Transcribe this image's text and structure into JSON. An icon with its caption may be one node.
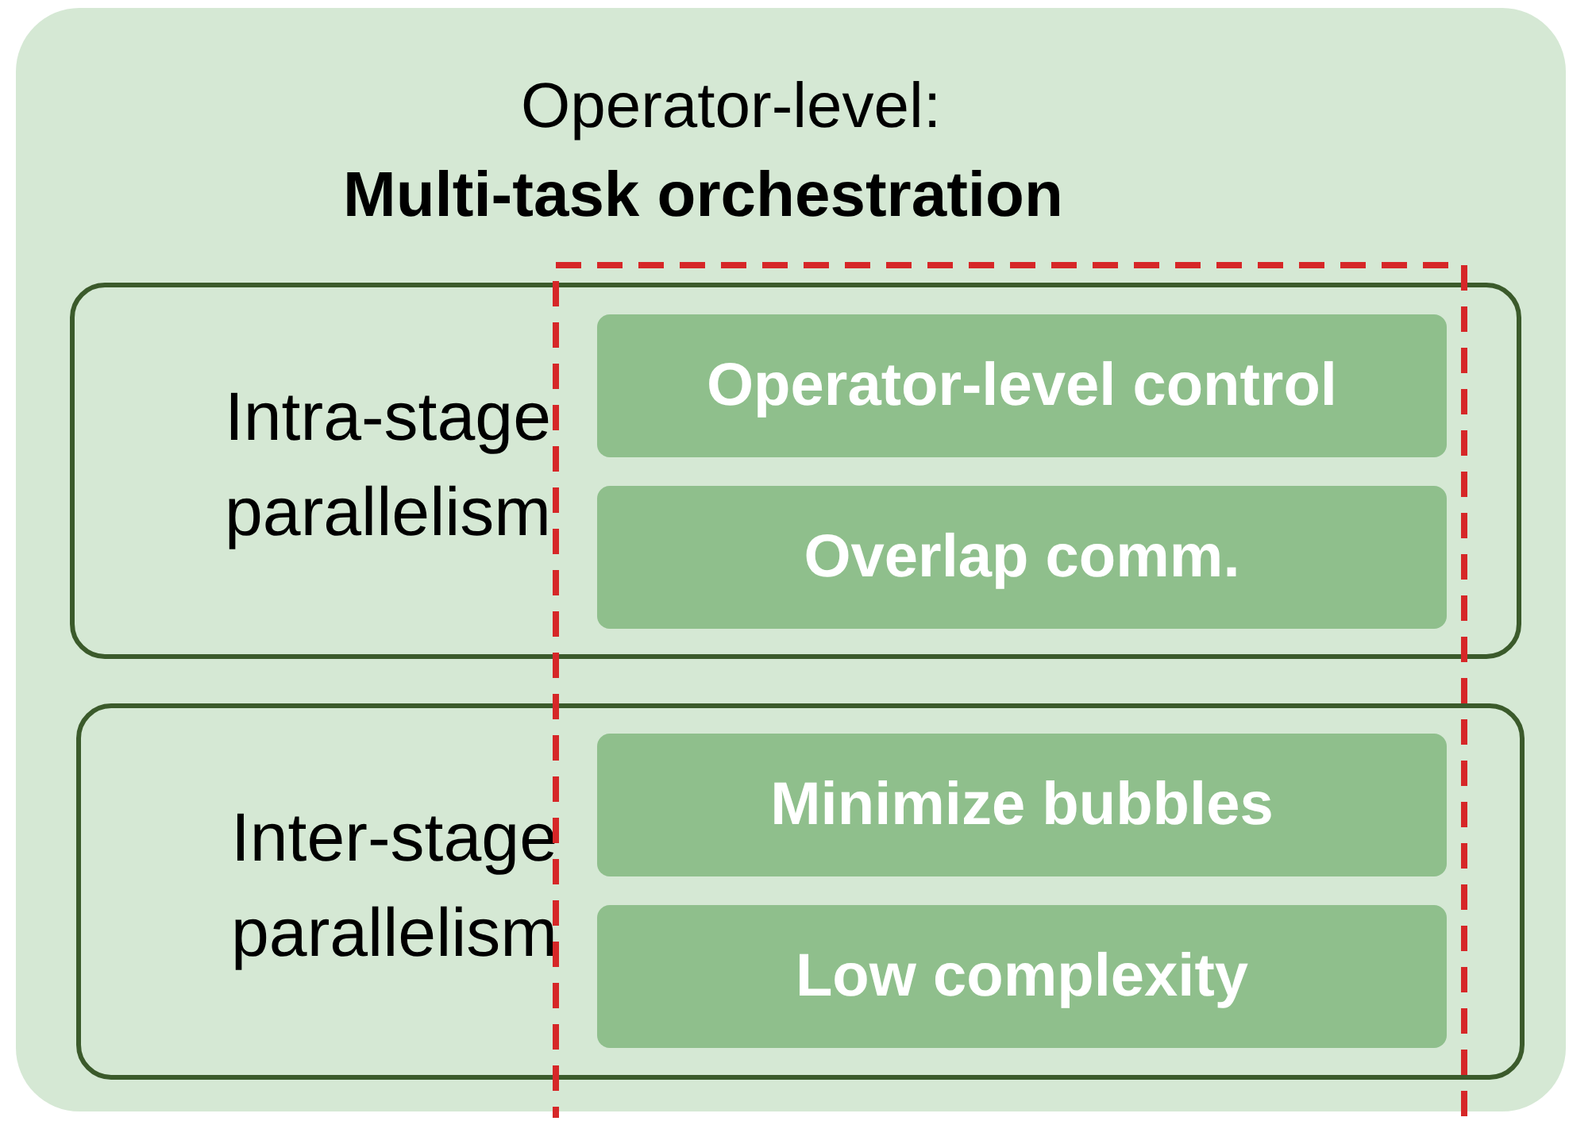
{
  "diagram": {
    "nodes": [
      {
        "text": [
          "Operator-level:",
          "Multi-task orchestration"
        ]
      },
      {
        "text": [
          "Intra-stage parallelism"
        ],
        "in": 0
      },
      {
        "text": [
          "Operator-level control"
        ]
      },
      {
        "text": [
          "Overlap comm."
        ]
      },
      {
        "text": [
          "Inter-stage parallelism"
        ],
        "in": 0
      },
      {
        "text": [
          "Minimize bubbles"
        ]
      },
      {
        "text": [
          "Low complexity"
        ]
      },
      {
        "text": [],
        "shape": "box",
        "in": 0
      }
    ]
  }
}
